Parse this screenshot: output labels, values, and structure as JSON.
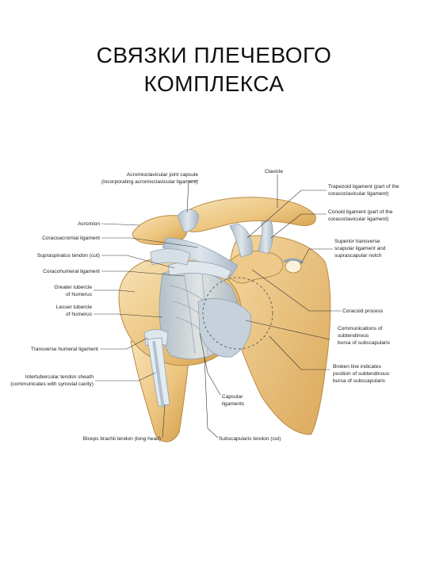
{
  "title": {
    "line1": "СВЯЗКИ ПЛЕЧЕВОГО",
    "line2": "КОМПЛЕКСА"
  },
  "labels": {
    "acromio_capsule_1": "Acromioclavicular joint capsule",
    "acromio_capsule_2": "(incorporating acromioclavicular ligament)",
    "acromion": "Acromion",
    "coracoacromial": "Coracoacromial ligament",
    "supraspinatus": "Supraspinatus tendon (cut)",
    "coracohumeral": "Coracohumeral ligament",
    "greater_tubercle_1": "Greater tubercle",
    "greater_tubercle_2": "of humerus",
    "lesser_tubercle_1": "Lesser tubercle",
    "lesser_tubercle_2": "of humerus",
    "transverse_humeral": "Transverse humeral ligament",
    "intertubercular_1": "Intertubercular tendon sheath",
    "intertubercular_2": "(communicates with synovial cavity)",
    "biceps": "Biceps brachii tendon (long head)",
    "clavicle": "Clavicle",
    "trapezoid_1": "Trapezoid ligament (part of the",
    "trapezoid_2": "coracoclavicular ligament)",
    "conoid_1": "Conoid ligament (part of the",
    "conoid_2": "coracoclavicular ligament)",
    "superior_transverse_1": "Superior transverse",
    "superior_transverse_2": "scapular ligament and",
    "superior_transverse_3": "suprascapular notch",
    "coracoid": "Coracoid process",
    "communication_1": "Communications of",
    "communication_2": "subtendinous",
    "communication_3": "bursa of subscapularis",
    "broken_line_1": "Broken line indicates",
    "broken_line_2": "position of subtendinous",
    "broken_line_3": "bursa of subscapularis",
    "capsular_1": "Capsular",
    "capsular_2": "ligaments",
    "subscapularis": "Subscapularis tendon (cut)"
  },
  "colors": {
    "bone_light": "#f3d9a4",
    "bone_mid": "#e7bc72",
    "bone_dark": "#c9913e",
    "ligament": "#c9d3dc",
    "ligament_dark": "#8fa3b4",
    "leader": "#333333"
  }
}
